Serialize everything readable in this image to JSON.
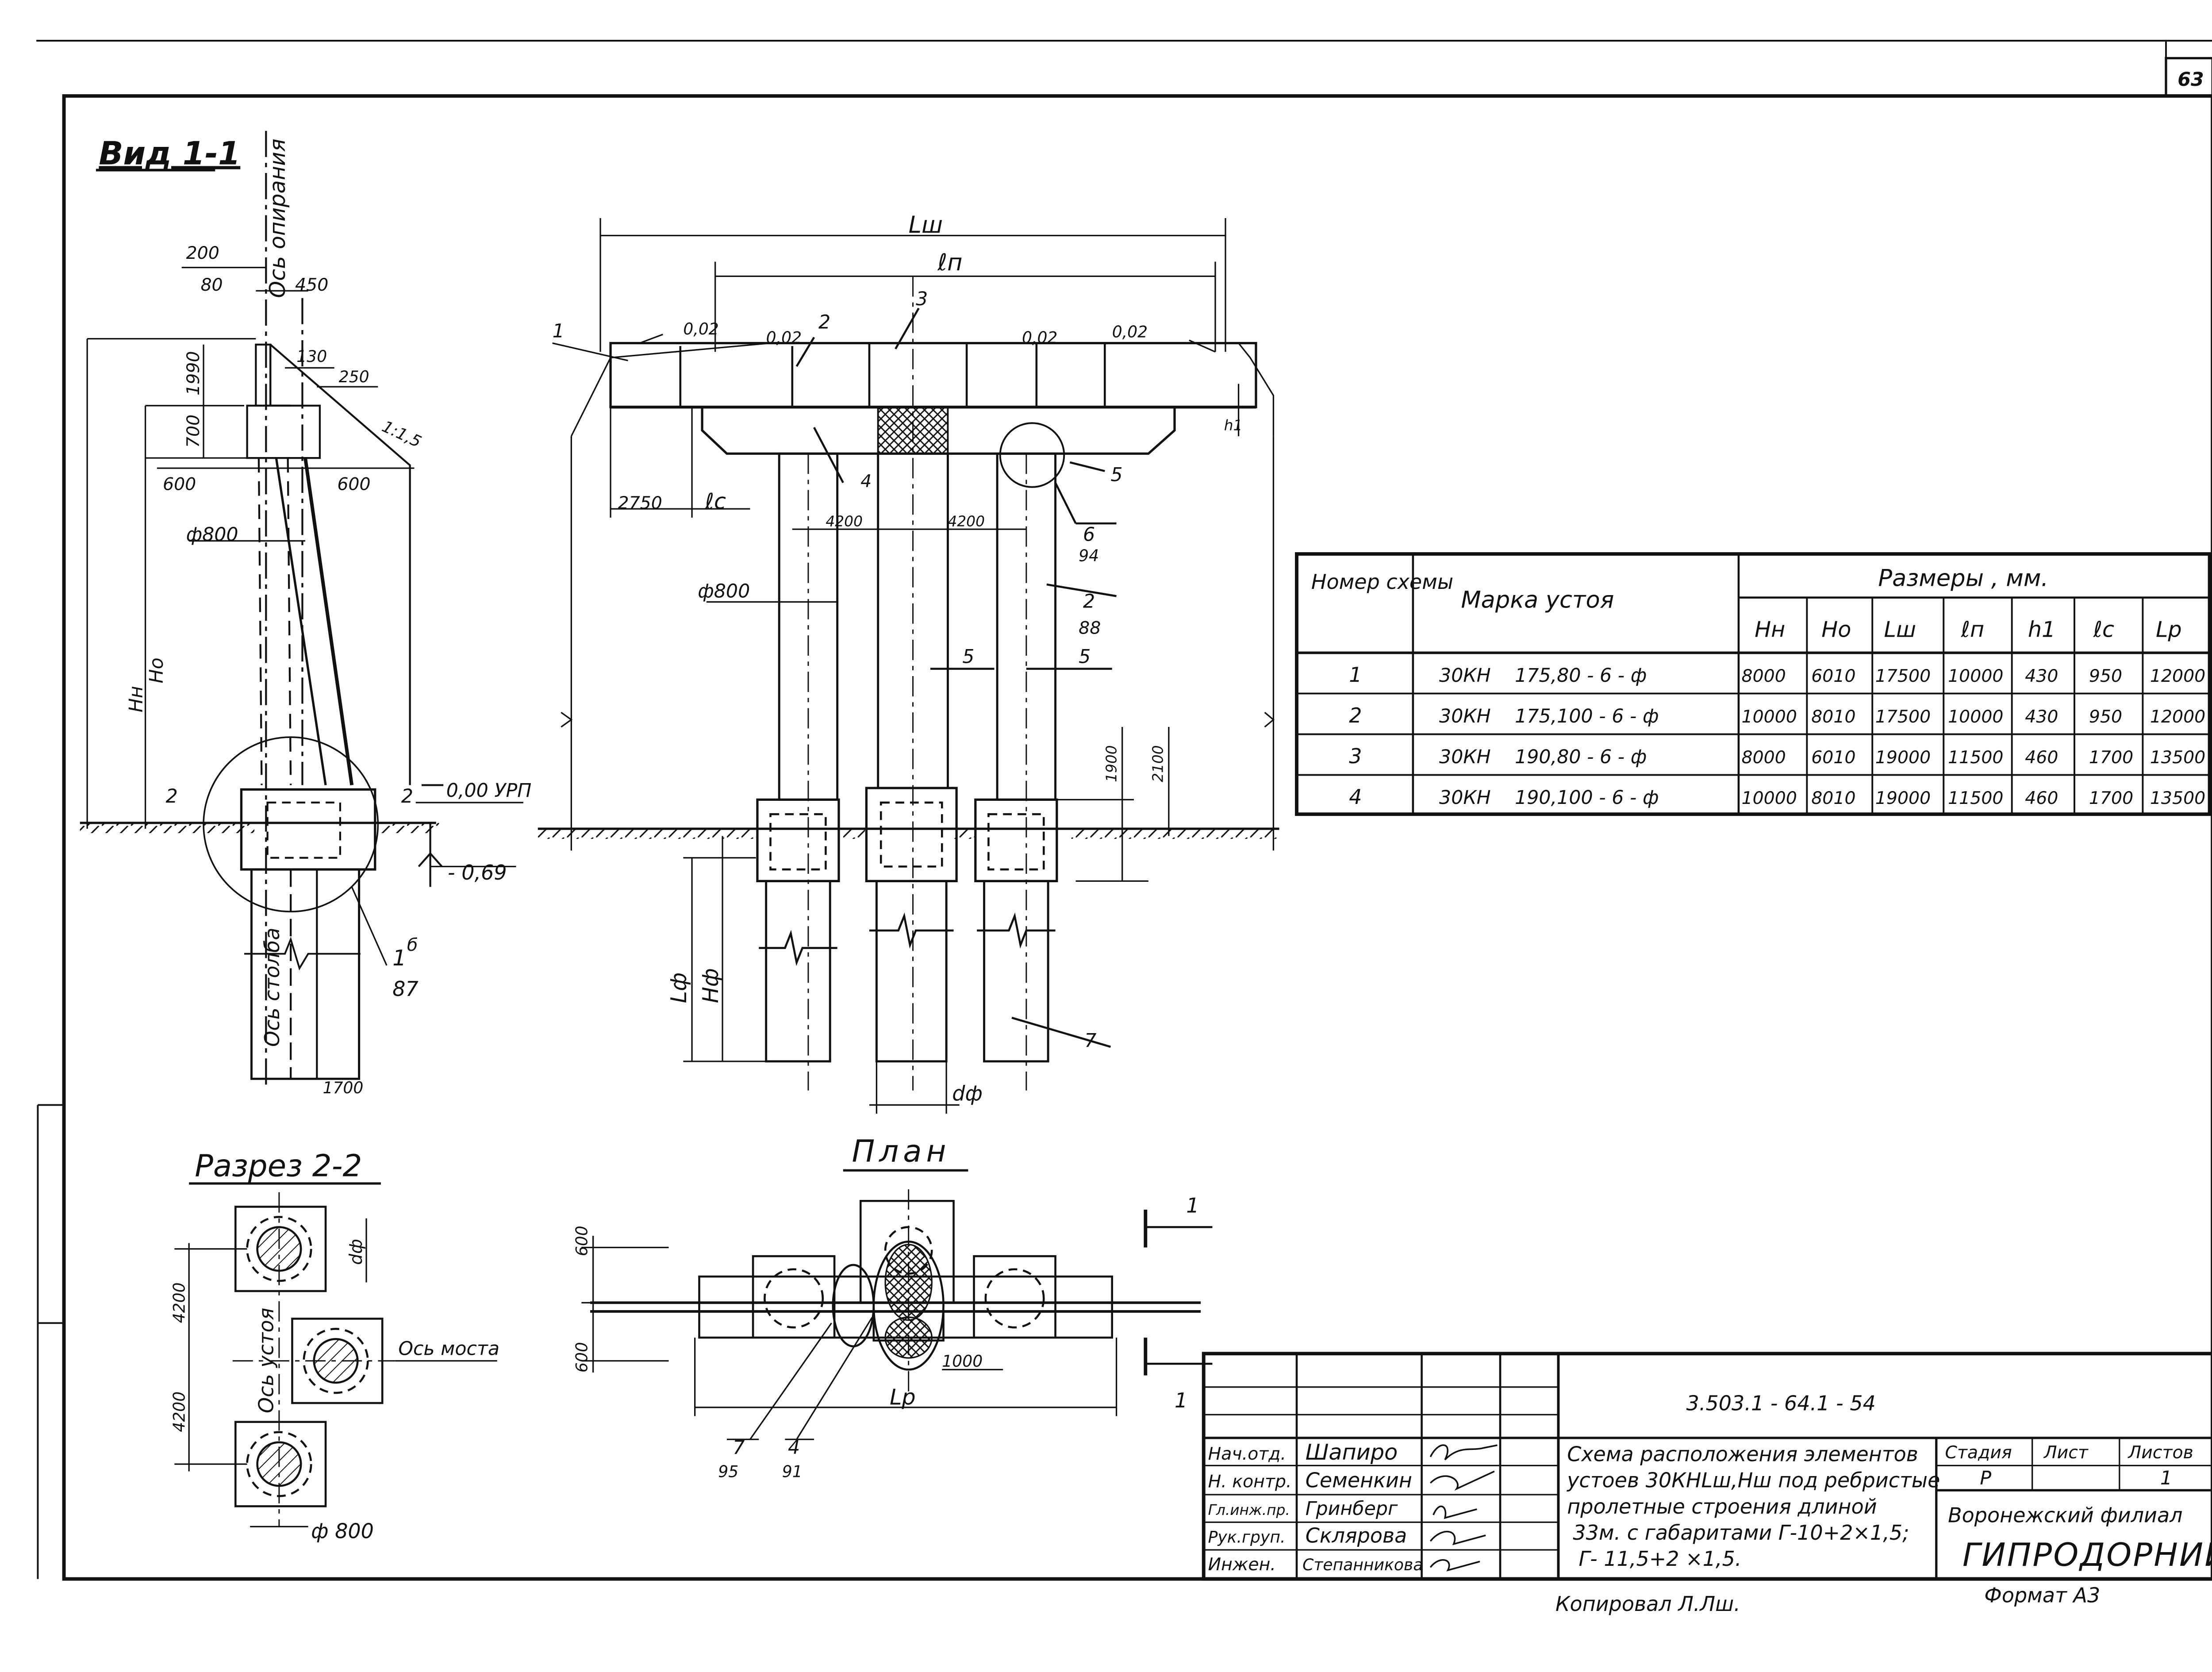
{
  "page_number": "63",
  "views": {
    "view_1_1": {
      "title": "Вид 1-1",
      "axis_support": "Ось опирания",
      "axis_column": "Ось столба",
      "dims": [
        "200",
        "80",
        "450",
        "130",
        "250",
        "1990",
        "700",
        "600",
        "600",
        "ф800",
        "Hн",
        "Hо",
        "1700",
        "2",
        "2"
      ],
      "slope": "1:1,5",
      "urp": "0,00 УРП",
      "level": "- 0,69",
      "node_ref": "1",
      "node_ref_sup": "б",
      "node_page": "87"
    },
    "front_view": {
      "dims": [
        "Lш",
        "ℓп",
        "2750",
        "ℓc",
        "4200",
        "4200",
        "ф800",
        "h1",
        "1900",
        "2100",
        "Lф",
        "Hф",
        "dф"
      ],
      "slopes": [
        "0,02",
        "0,02",
        "0,02",
        "0,02"
      ],
      "marks": [
        "1",
        "2",
        "3",
        "4",
        "5",
        "5",
        "5",
        "6",
        "94",
        "2",
        "88",
        "7"
      ]
    },
    "section_2_2": {
      "title": "Разрез 2-2",
      "dims": [
        "4200",
        "4200",
        "dф",
        "ф 800"
      ],
      "axis_abutment": "Ось устоя",
      "axis_bridge": "Ось моста"
    },
    "plan": {
      "title": "План",
      "dims": [
        "600",
        "600",
        "1000",
        "Lp"
      ],
      "section_mark": "1",
      "marks": [
        "7",
        "95",
        "4",
        "91"
      ]
    }
  },
  "table": {
    "col_scheme": "Номер схемы",
    "col_mark": "Марка устоя",
    "col_sizes": "Размеры , мм.",
    "size_cols": [
      "Hн",
      "Hо",
      "Lш",
      "ℓп",
      "h1",
      "ℓc",
      "Lр"
    ],
    "rows": [
      {
        "no": "1",
        "mark": "30КН    175,80 - 6 - ф",
        "vals": [
          "8000",
          "6010",
          "17500",
          "10000",
          "430",
          "950",
          "12000"
        ]
      },
      {
        "no": "2",
        "mark": "30КН    175,100 - 6 - ф",
        "vals": [
          "10000",
          "8010",
          "17500",
          "10000",
          "430",
          "950",
          "12000"
        ]
      },
      {
        "no": "3",
        "mark": "30КН    190,80 - 6 - ф",
        "vals": [
          "8000",
          "6010",
          "19000",
          "11500",
          "460",
          "1700",
          "13500"
        ]
      },
      {
        "no": "4",
        "mark": "30КН    190,100 - 6 - ф",
        "vals": [
          "10000",
          "8010",
          "19000",
          "11500",
          "460",
          "1700",
          "13500"
        ]
      }
    ]
  },
  "title_block": {
    "doc_code": "3.503.1 - 64.1 - 54",
    "description": [
      "Схема расположения элементов",
      "устоев 30КНLш,Hш под ребристые",
      "пролетные строения длиной",
      "33м. с габаритами Г-10+2×1,5;",
      "Г- 11,5+2 ×1,5."
    ],
    "staff": [
      {
        "role": "Нач.отд.",
        "name": "Шапиро"
      },
      {
        "role": "Н. контр.",
        "name": "Семенкин"
      },
      {
        "role": "Гл.инж.пр.",
        "name": "Гринберг"
      },
      {
        "role": "Рук.груп.",
        "name": "Склярова"
      },
      {
        "role": "Инжен.",
        "name": "Степанникова"
      }
    ],
    "stage_label": "Стадия",
    "sheet_label": "Лист",
    "sheets_label": "Листов",
    "stage": "Р",
    "sheets": "1",
    "org_branch": "Воронежский филиал",
    "org_name": "ГИПРОДОРНИИ"
  },
  "footer": {
    "copied": "Копировал Л.Лш.",
    "format": "Формат А3"
  }
}
